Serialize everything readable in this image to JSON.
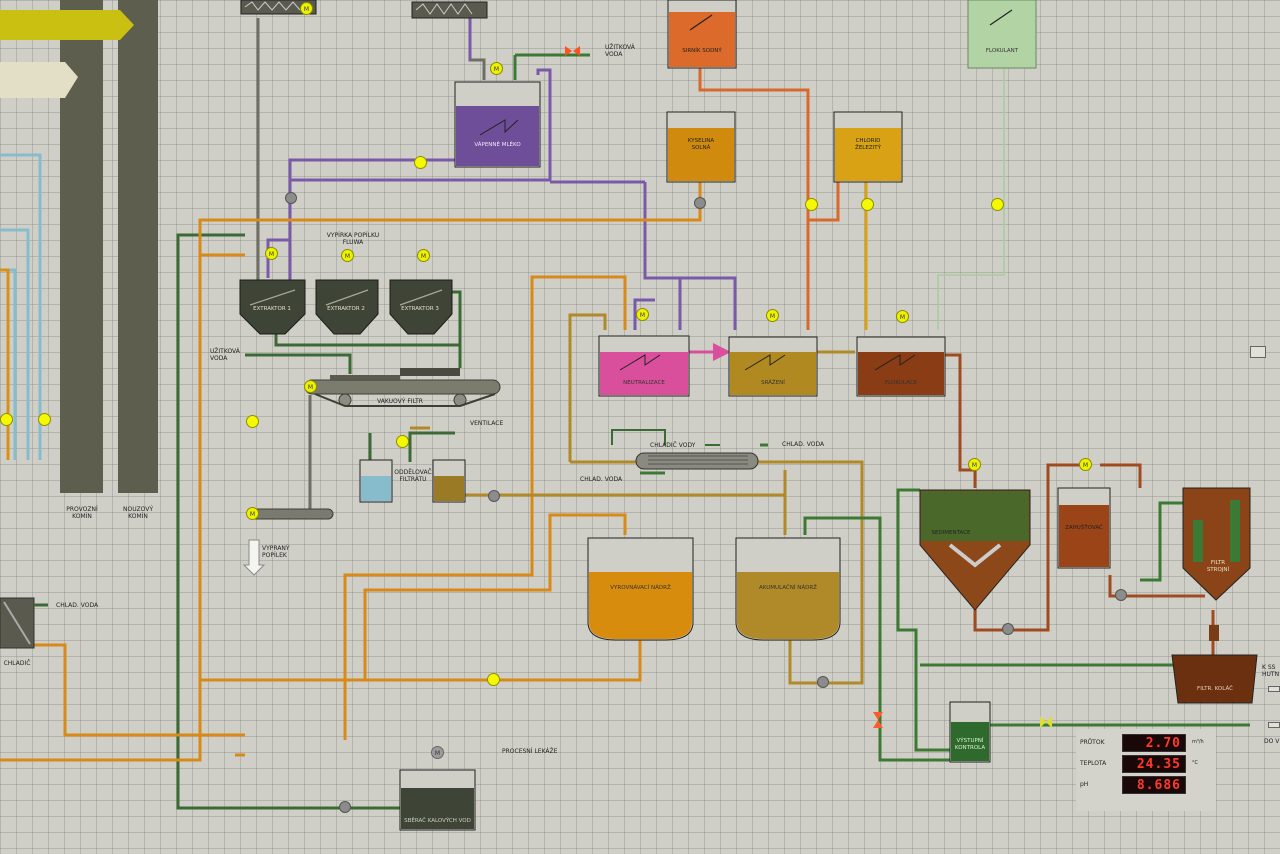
{
  "units": {
    "extractors": [
      "EXTRAKTOR 1",
      "EXTRAKTOR 2",
      "EXTRAKTOR 3"
    ],
    "vacuum_filter": "VAKUOVÝ FILTR",
    "lime_milk": "VÁPENNÉ MLÉKO",
    "sodium_sulfide": "SIRNÍK SODNÝ",
    "hydrochloric_acid": "KYSELINA\nSOLNÁ",
    "ferric_chloride": "CHLORID\nŽELEZITÝ",
    "flocculant": "FLOKULANT",
    "neutralization": "NEUTRALIZACE",
    "precipitation": "SRÁŽENÍ",
    "flocculation": "FLOKULACE",
    "sedimentation": "SEDIMENTACE",
    "thickener": "ZAHUŠŤOVAČ",
    "filter_press": "FILTR\nSTROJNÍ",
    "equalization_tank": "VYROVNÁVACÍ NÁDRŽ",
    "accumulation_tank": "AKUMULAČNÍ NÁDRŽ",
    "filtrate_separator": "ODDĚLOVAČ\nFILTRÁTU",
    "leak_tank": "SBĚRAČ KALOVÝCH VOD",
    "output_control": "VÝSTUPNÍ\nKONTROLA",
    "filter_cake": "FILTR. KOLÁČ",
    "cooler": "CHLADIČ"
  },
  "labels": {
    "service_water_top": "UŽITKOVÁ\nVODA",
    "ash_wash": "VYPÍRKA POPÍLKU\nFLUWA",
    "service_water_left": "UŽITKOVÁ\nVODA",
    "ventilation": "VENTILACE",
    "water_cooler": "CHLADIČ VODY",
    "cooling_water_out": "CHLAD. VODA",
    "cooling_water_in": "CHLAD. VODA",
    "cooling_water_left": "CHLAD. VODA",
    "washed_ash": "VYPRANÝ\nPOPÍLEK",
    "operating_chimney": "PROVOZNÍ\nKOMÍN",
    "emergency_chimney": "NOUZOVÝ\nKOMÍN",
    "process_leaks": "PROCESNÍ LEKÁŽE",
    "right_edge_1": "K SS\nHUTN",
    "right_edge_2": "DO V"
  },
  "motor_letter": "M",
  "readouts": [
    {
      "name": "PRŮTOK",
      "value": "2.70",
      "unit": "m³/h"
    },
    {
      "name": "TEPLOTA",
      "value": "24.35",
      "unit": "°C"
    },
    {
      "name": "pH",
      "value": "8.686",
      "unit": ""
    }
  ],
  "colors": {
    "ash_gray": "#5a5a4e",
    "lime_purple": "#6b4e9a",
    "neutral_pink": "#d94f9b",
    "precip_ochre": "#b08a20",
    "floc_brown": "#8a3c14",
    "acid_orange": "#d08a0e",
    "sulfide_orange": "#dc6a2a",
    "ferric_gold": "#d8a214",
    "flocculant_green": "#a9cc9c",
    "process_green": "#3c7a34",
    "water_blue": "#86bccc",
    "indicator_yellow": "#f4f800",
    "display_red": "#ff3a2a"
  }
}
